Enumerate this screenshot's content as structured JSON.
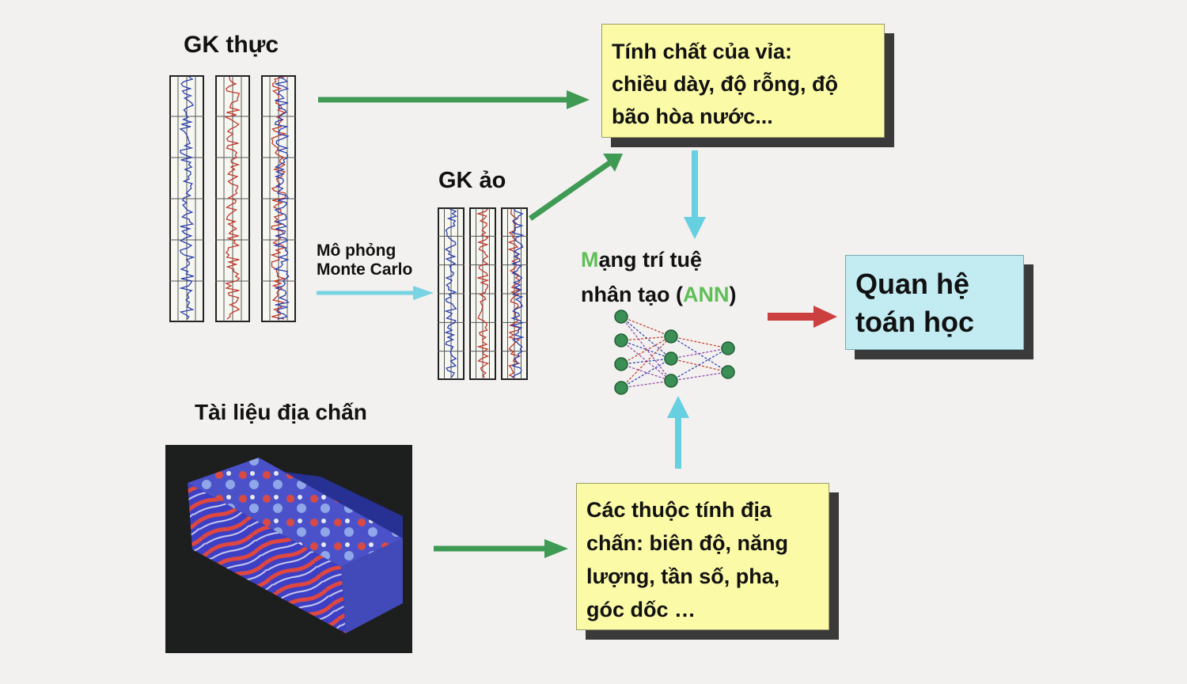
{
  "labels": {
    "gk_real": "GK thực",
    "gk_virtual": "GK ảo",
    "monte_carlo_line1": "Mô phỏng",
    "monte_carlo_line2": "Monte Carlo",
    "ann_line1_first": "M",
    "ann_line1_rest": "ạng trí tuệ",
    "ann_line2_pre": "nhân tạo (",
    "ann_line2_abbr": "ANN",
    "ann_line2_post": ")",
    "seismic_data": "Tài liệu địa chấn"
  },
  "boxes": {
    "reservoir_properties": [
      "Tính chất của vỉa:",
      "chiều dày, độ rỗng, độ",
      "bão hòa nước..."
    ],
    "seismic_attributes": [
      "Các thuộc tính địa",
      "chấn: biên độ, năng",
      "lượng, tần số, pha,",
      "góc dốc …"
    ],
    "math_relation": [
      "Quan hệ",
      "toán học"
    ]
  },
  "colors": {
    "arrow_green": "#3f9a54",
    "arrow_cyan": "#66cfe0",
    "arrow_red": "#cc3f3f",
    "ann_node": "#3b8e55",
    "ann_highlight": "#5fbf57",
    "box_yellow": "#fbfaa6",
    "box_cyan": "#c2ecf2"
  }
}
